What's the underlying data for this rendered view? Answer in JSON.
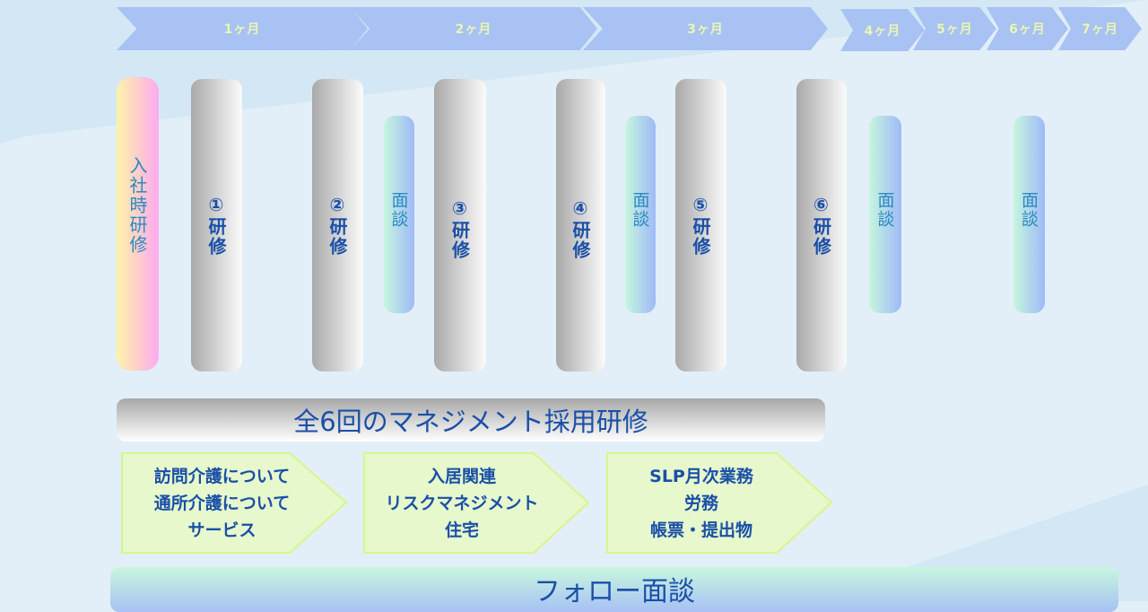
{
  "months": [
    "1ヶ月",
    "2ヶ月",
    "3ヶ月",
    "4ヶ月",
    "5ヶ月",
    "6ヶ月",
    "7ヶ月"
  ],
  "columns": {
    "entry": "入社時研修",
    "t1": "①研修",
    "t2": "②研修",
    "t3": "③研修",
    "t4": "④研修",
    "t5": "⑤研修",
    "t6": "⑥研修",
    "i1": "面談",
    "i2": "面談",
    "i3": "面談",
    "i4": "面談"
  },
  "program_bar": "全6回のマネジメント採用研修",
  "topics": [
    {
      "lines": [
        "訪問介護について",
        "通所介護について",
        "サービス"
      ]
    },
    {
      "lines": [
        "入居関連",
        "リスクマネジメント",
        "住宅"
      ]
    },
    {
      "lines": [
        "SLP月次業務",
        "労務",
        "帳票・提出物"
      ]
    }
  ],
  "follow_bar": "フォロー面談",
  "colors": {
    "month": "#a8c2f3",
    "text": "#1a4fa8",
    "chevron": "#e6f8cc"
  }
}
